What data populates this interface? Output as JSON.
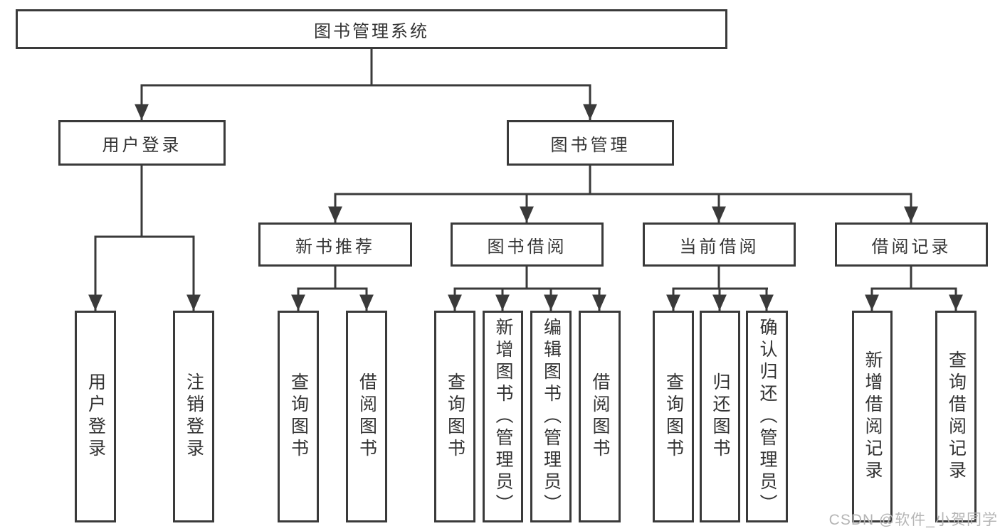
{
  "diagram_type": "functional-structure-tree",
  "colors": {
    "background": "#ffffff",
    "line": "#3a3a3a",
    "text": "#333333",
    "watermark": "#b5b5b5"
  },
  "tree": {
    "root": {
      "label": "图书管理系统",
      "children": [
        {
          "label": "用户登录",
          "children": [
            {
              "label": "用户登录"
            },
            {
              "label": "注销登录"
            }
          ]
        },
        {
          "label": "图书管理",
          "children": [
            {
              "label": "新书推荐",
              "children": [
                {
                  "label": "查询图书"
                },
                {
                  "label": "借阅图书"
                }
              ]
            },
            {
              "label": "图书借阅",
              "children": [
                {
                  "label": "查询图书"
                },
                {
                  "label": "新增图书（管理员）"
                },
                {
                  "label": "编辑图书（管理员）"
                },
                {
                  "label": "借阅图书"
                }
              ]
            },
            {
              "label": "当前借阅",
              "children": [
                {
                  "label": "查询图书"
                },
                {
                  "label": "归还图书"
                },
                {
                  "label": "确认归还（管理员）"
                }
              ]
            },
            {
              "label": "借阅记录",
              "children": [
                {
                  "label": "新增借阅记录"
                },
                {
                  "label": "查询借阅记录"
                }
              ]
            }
          ]
        }
      ]
    }
  },
  "watermark": {
    "text": "CSDN @软件_小贺同学"
  }
}
